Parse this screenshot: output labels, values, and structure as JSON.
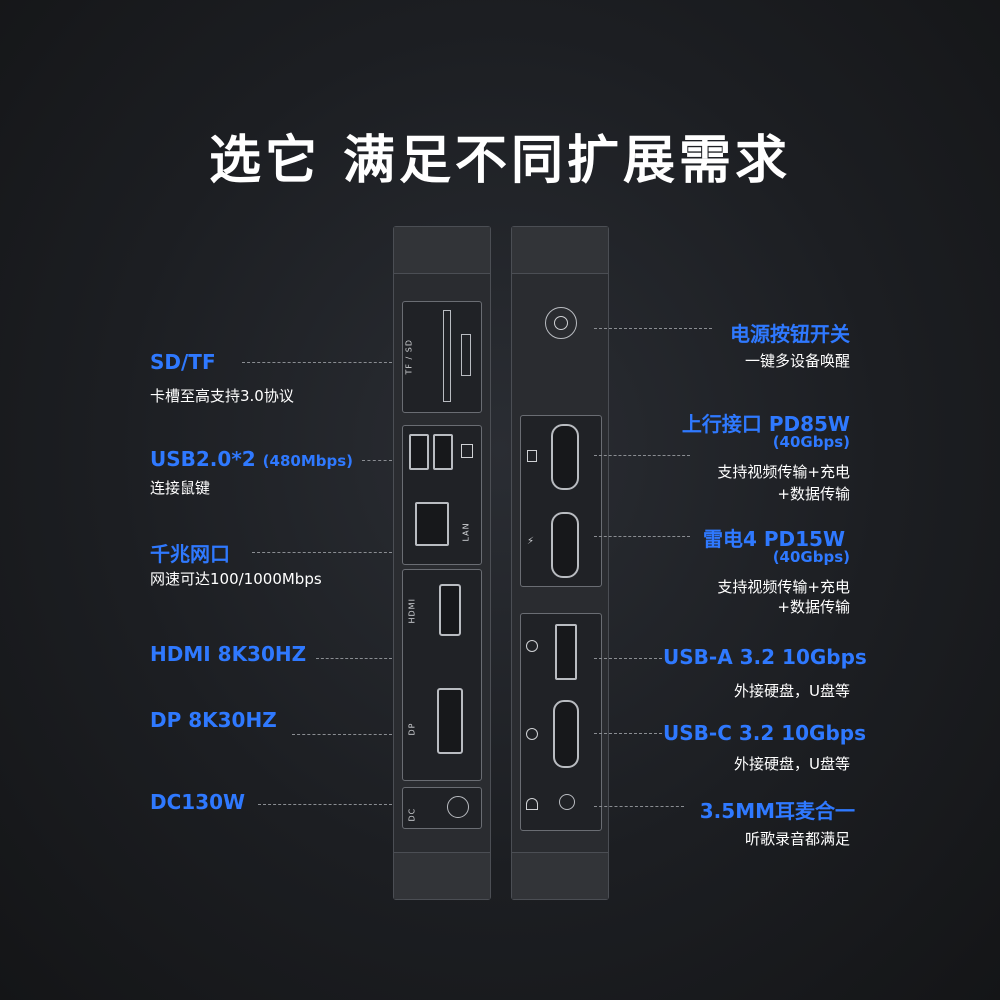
{
  "title": "选它 满足不同扩展需求",
  "device": {
    "left_panel_labels": {
      "tf_sd": "TF / SD",
      "lan": "LAN",
      "hdmi": "HDMI",
      "dp": "DP",
      "dc": "DC"
    }
  },
  "left_labels": [
    {
      "name": "SD/TF",
      "extra": "",
      "desc": "卡槽至高支持3.0协议"
    },
    {
      "name": "USB2.0*2",
      "extra": "(480Mbps)",
      "desc": "连接鼠键"
    },
    {
      "name": "千兆网口",
      "extra": "",
      "desc": "网速可达100/1000Mbps"
    },
    {
      "name": "HDMI 8K30HZ",
      "extra": "",
      "desc": ""
    },
    {
      "name": "DP 8K30HZ",
      "extra": "",
      "desc": ""
    },
    {
      "name": "DC130W",
      "extra": "",
      "desc": ""
    }
  ],
  "right_labels": [
    {
      "name": "电源按钮开关",
      "sub": "",
      "desc1": "一键多设备唤醒",
      "desc2": ""
    },
    {
      "name": "上行接口 PD85W",
      "sub": "(40Gbps)",
      "desc1": "支持视频传输+充电",
      "desc2": "+数据传输"
    },
    {
      "name": "雷电4 PD15W",
      "sub": "(40Gbps)",
      "desc1": "支持视频传输+充电",
      "desc2": "+数据传输"
    },
    {
      "name": "USB-A 3.2 10Gbps",
      "sub": "",
      "desc1": "外接硬盘，U盘等",
      "desc2": ""
    },
    {
      "name": "USB-C 3.2 10Gbps",
      "sub": "",
      "desc1": "外接硬盘，U盘等",
      "desc2": ""
    },
    {
      "name": "3.5MM耳麦合一",
      "sub": "",
      "desc1": "听歌录音都满足",
      "desc2": ""
    }
  ],
  "colors": {
    "accent": "#2f79ff",
    "background": "#1c1e22"
  }
}
